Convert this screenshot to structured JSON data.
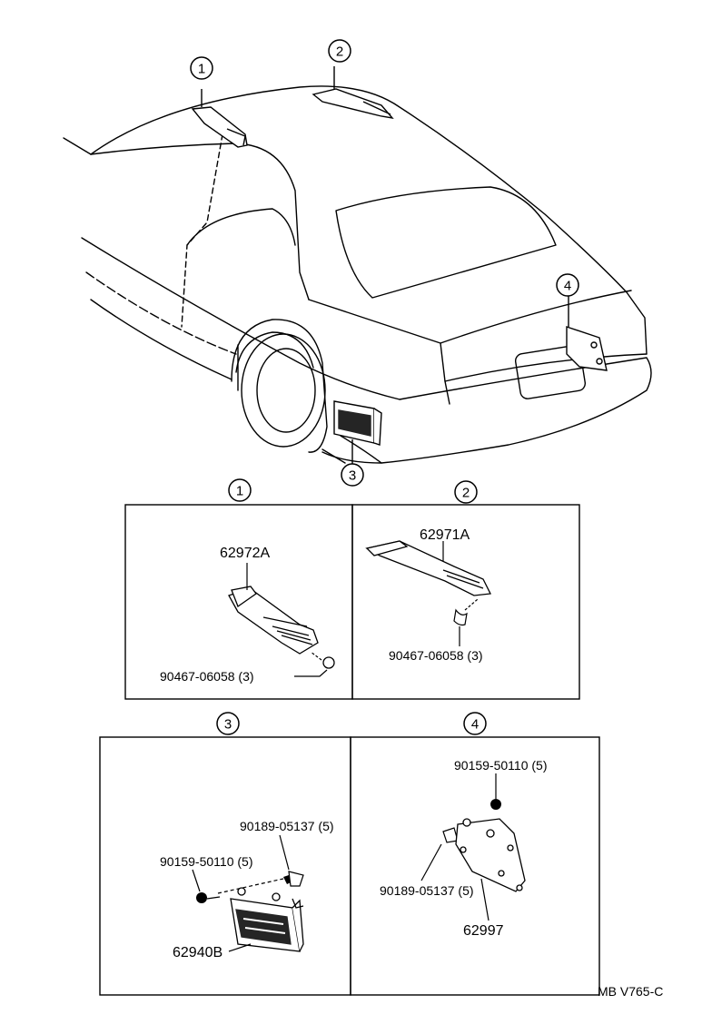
{
  "callouts": {
    "c1": "1",
    "c2": "2",
    "c3": "3",
    "c4": "4"
  },
  "panel1": {
    "part_main": "62972A",
    "part_clip": "90467-06058 (3)"
  },
  "panel2": {
    "part_main": "62971A",
    "part_clip": "90467-06058 (3)"
  },
  "panel3": {
    "part_screw": "90189-05137 (5)",
    "part_nut": "90159-50110 (5)",
    "part_main": "62940B"
  },
  "panel4": {
    "part_nut": "90159-50110 (5)",
    "part_screw": "90189-05137 (5)",
    "part_main": "62997"
  },
  "diagram_code": "MB V765-C"
}
